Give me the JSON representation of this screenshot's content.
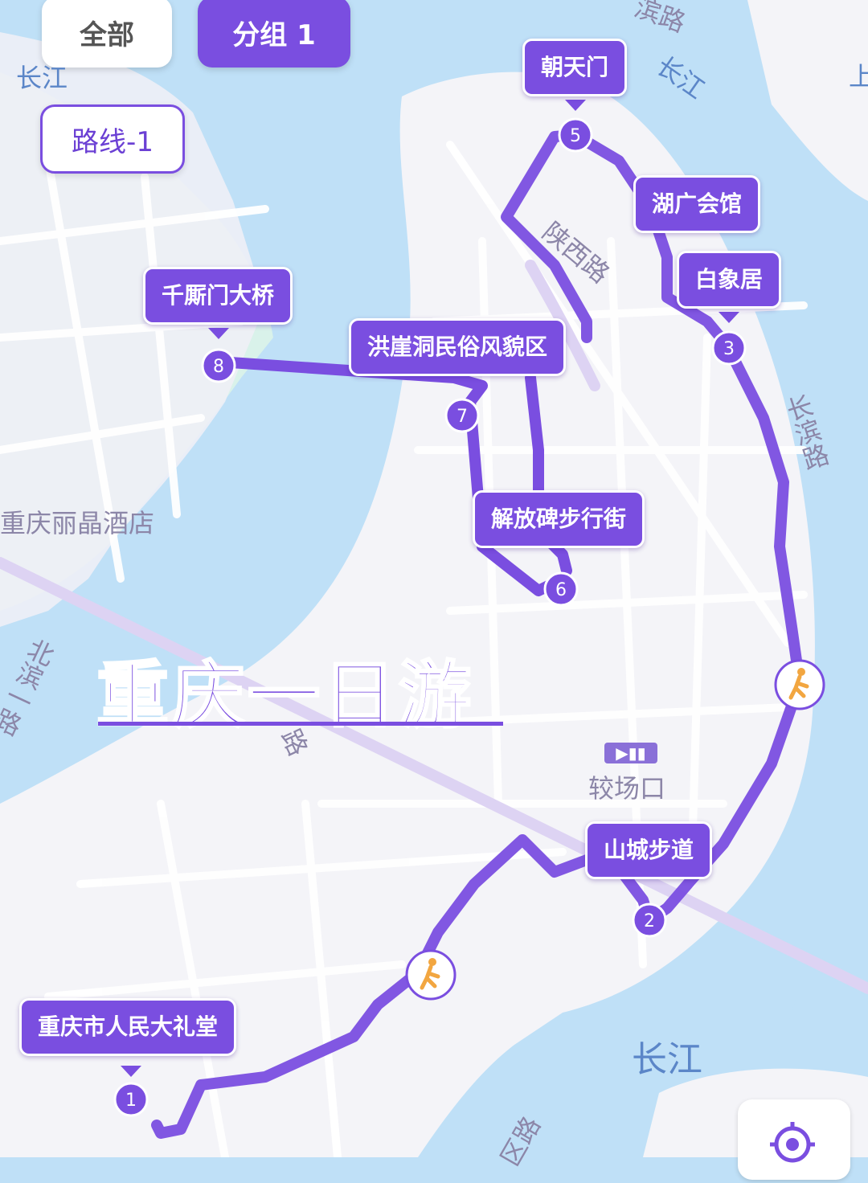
{
  "tabs": {
    "all": "全部",
    "group": "分组 1"
  },
  "route": {
    "label": "路线-1"
  },
  "title": "重庆一日游",
  "pois": {
    "p1": "重庆市人民大礼堂",
    "p2": "山城步道",
    "p3": "白象居",
    "p4": "湖广会馆",
    "p5": "朝天门",
    "p6": "解放碑步行街",
    "p7": "洪崖洞民俗风貌区",
    "p8": "千厮门大桥"
  },
  "stops": [
    "1",
    "2",
    "3",
    "5",
    "6",
    "7",
    "8"
  ],
  "map_labels": {
    "river_tl": "长江",
    "river_tr": "长江",
    "river_br": "长江",
    "shaanxi_road": "陕西路",
    "changbin_road": "长滨路",
    "hotel": "重庆丽晶酒店",
    "jiaochangkou": "较场口",
    "beibin_road": "北滨一路",
    "road_partial": "北",
    "road_partial2": "路",
    "road_partial3": "区路",
    "top_right_partial": "上",
    "top_partial": "滨路"
  },
  "icons": {
    "walk": "walking-person-icon",
    "locate": "locate-icon",
    "metro": "metro-icon"
  },
  "colors": {
    "accent": "#7a4ee0",
    "water": "#bfe0f7",
    "land": "#f4f4f8",
    "green": "#d6f2e8"
  }
}
